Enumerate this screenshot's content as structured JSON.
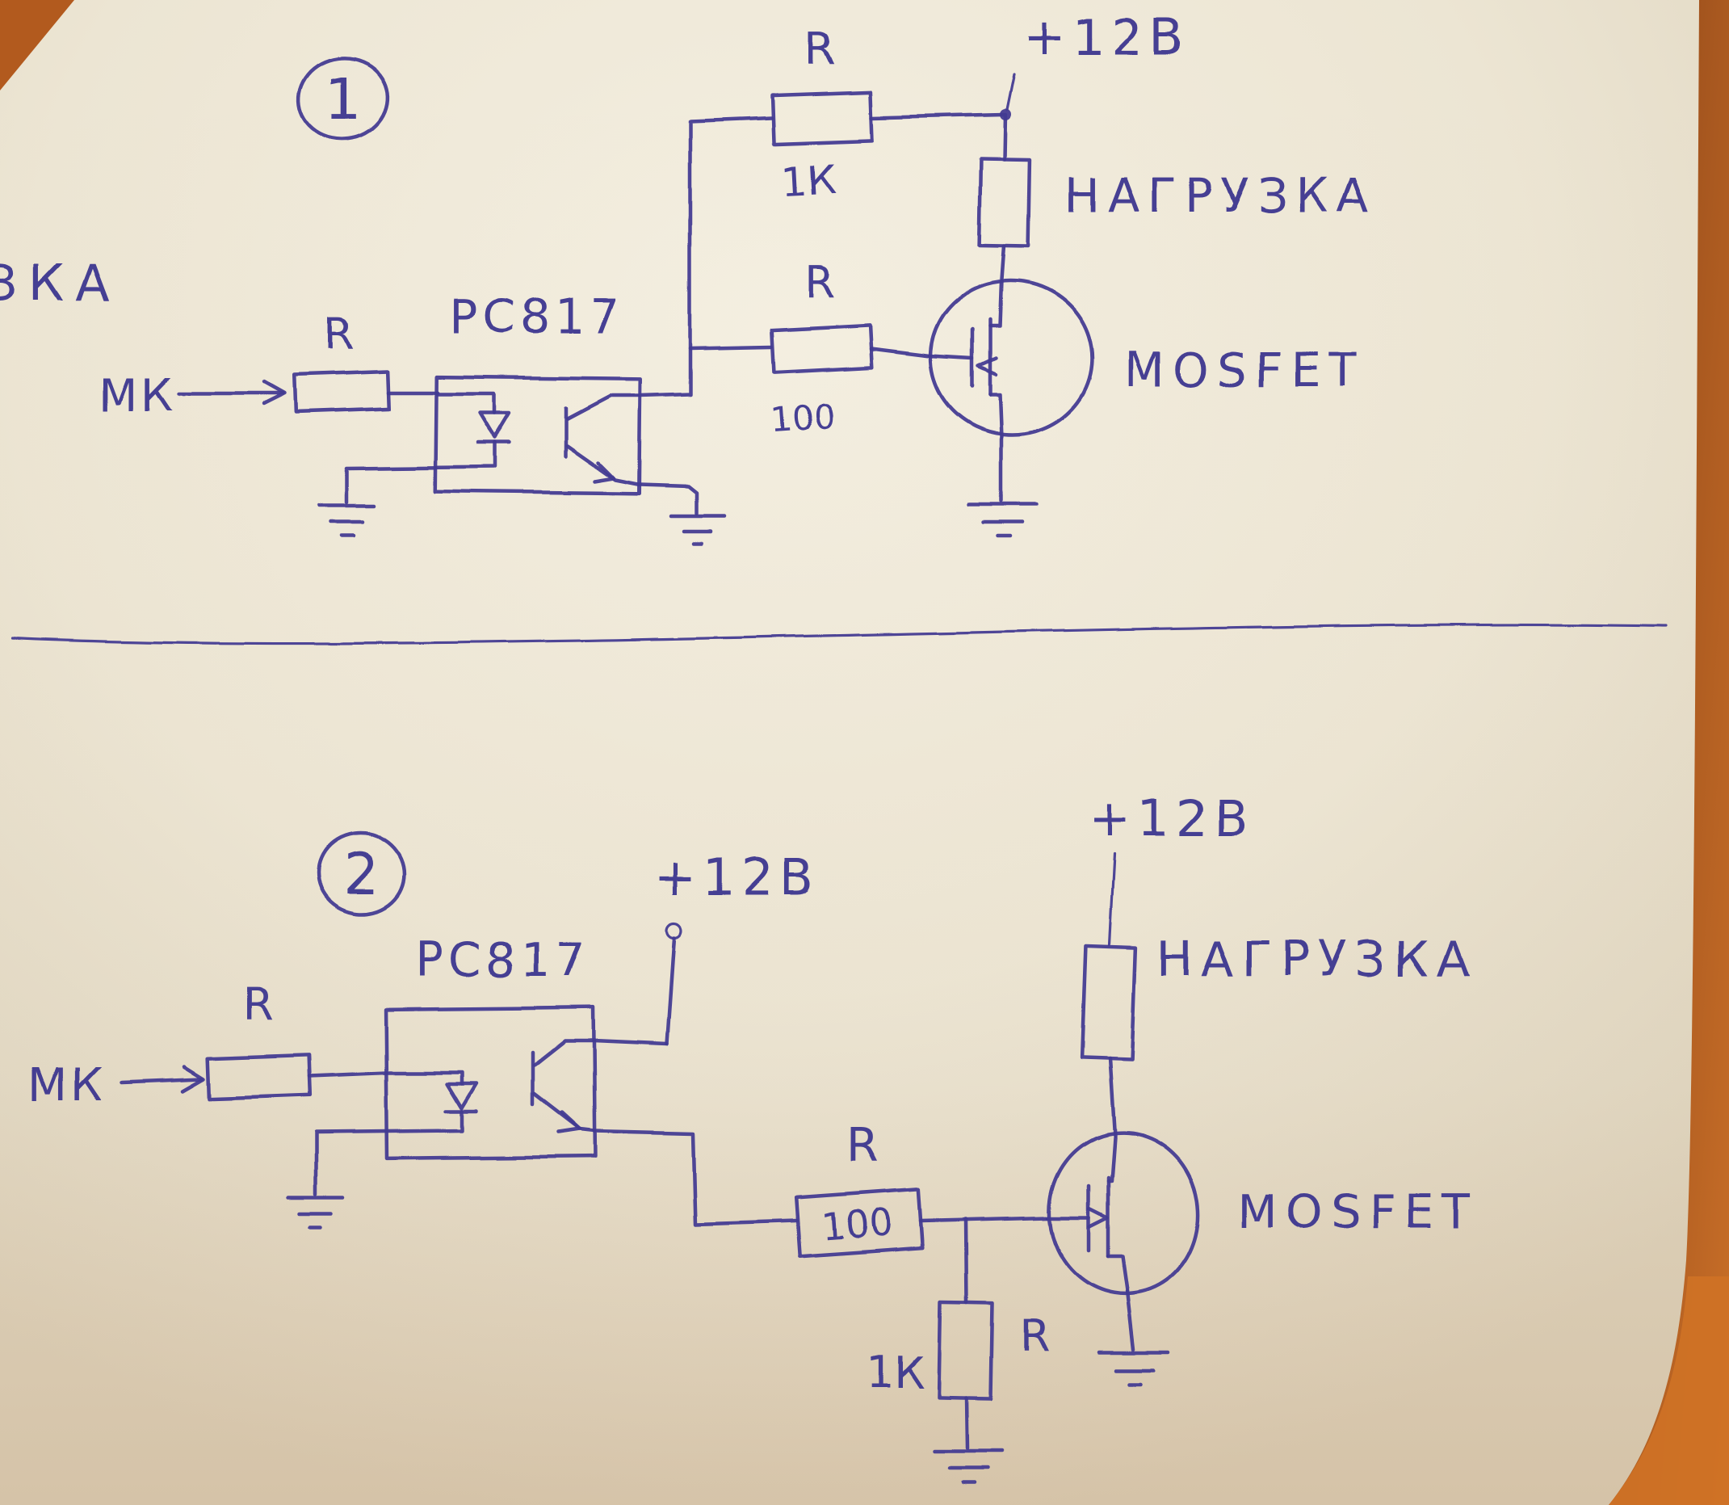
{
  "meta": {
    "description": "Photo of a hand-drawn schematic on paper: two MOSFET switching circuits driven through a PC817 optocoupler",
    "ink_color": "#433b92",
    "paper_color": "#ece5d3",
    "table_color": "#b25a1e"
  },
  "circuit1": {
    "badge": "1",
    "edge_text": "ЗКА",
    "mk_label": "МК",
    "r_input_label": "R",
    "optocoupler_label": "PC817",
    "r_pullup_label": "R",
    "r_pullup_value": "1К",
    "supply_label": "+12В",
    "load_label": "НАГРУЗКА",
    "r_gate_label": "R",
    "r_gate_value": "100",
    "mosfet_label": "MOSFET"
  },
  "circuit2": {
    "badge": "2",
    "mk_label": "МК",
    "r_input_label": "R",
    "optocoupler_label": "PC817",
    "supply_opto_label": "+12В",
    "supply_load_label": "+12В",
    "load_label": "НАГРУЗКА",
    "r_gate_label": "R",
    "r_gate_value": "100",
    "r_pulldown_label": "R",
    "r_pulldown_value": "1К",
    "mosfet_label": "MOSFET"
  }
}
